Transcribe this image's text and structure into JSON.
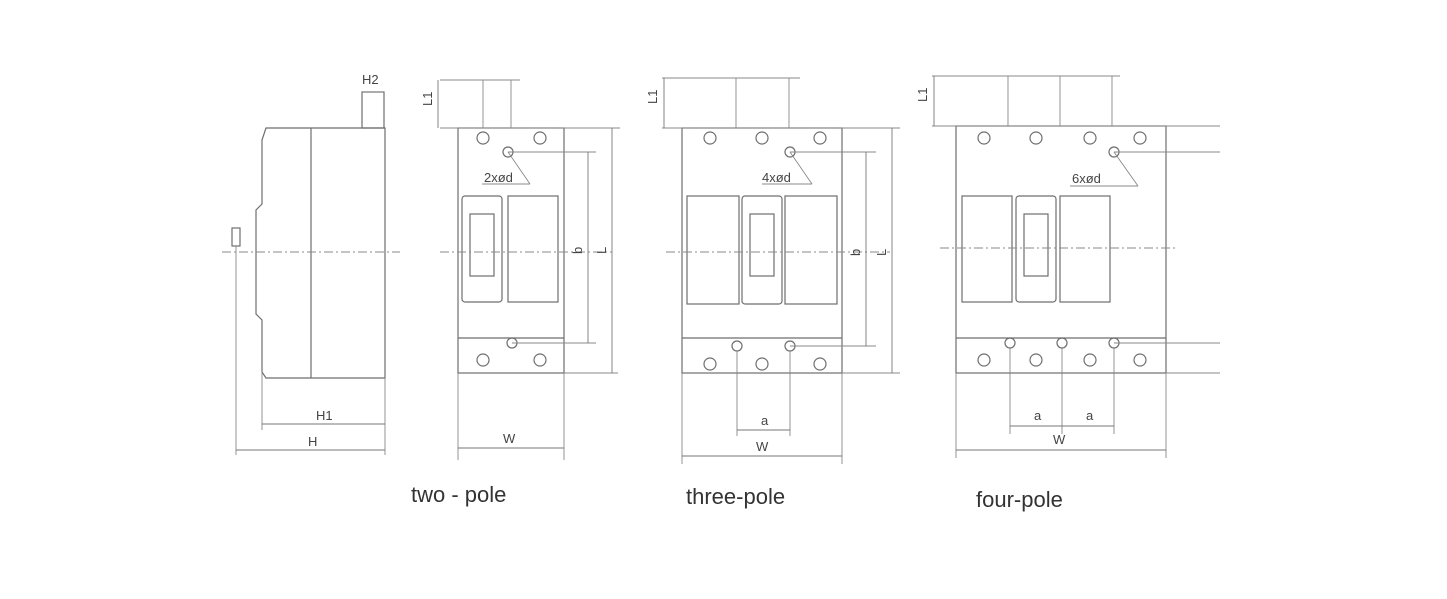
{
  "side_view": {
    "h2": "H2",
    "h1": "H1",
    "h": "H"
  },
  "two_pole": {
    "l1": "L1",
    "holes": "2xød",
    "b": "b",
    "l": "L",
    "w": "W",
    "caption": "two - pole"
  },
  "three_pole": {
    "l1": "L1",
    "holes": "4xød",
    "b": "b",
    "l": "L",
    "a": "a",
    "w": "W",
    "caption": "three-pole"
  },
  "four_pole": {
    "l1": "L1",
    "holes": "6xød",
    "a1": "a",
    "a2": "a",
    "w": "W",
    "caption": "four-pole"
  }
}
